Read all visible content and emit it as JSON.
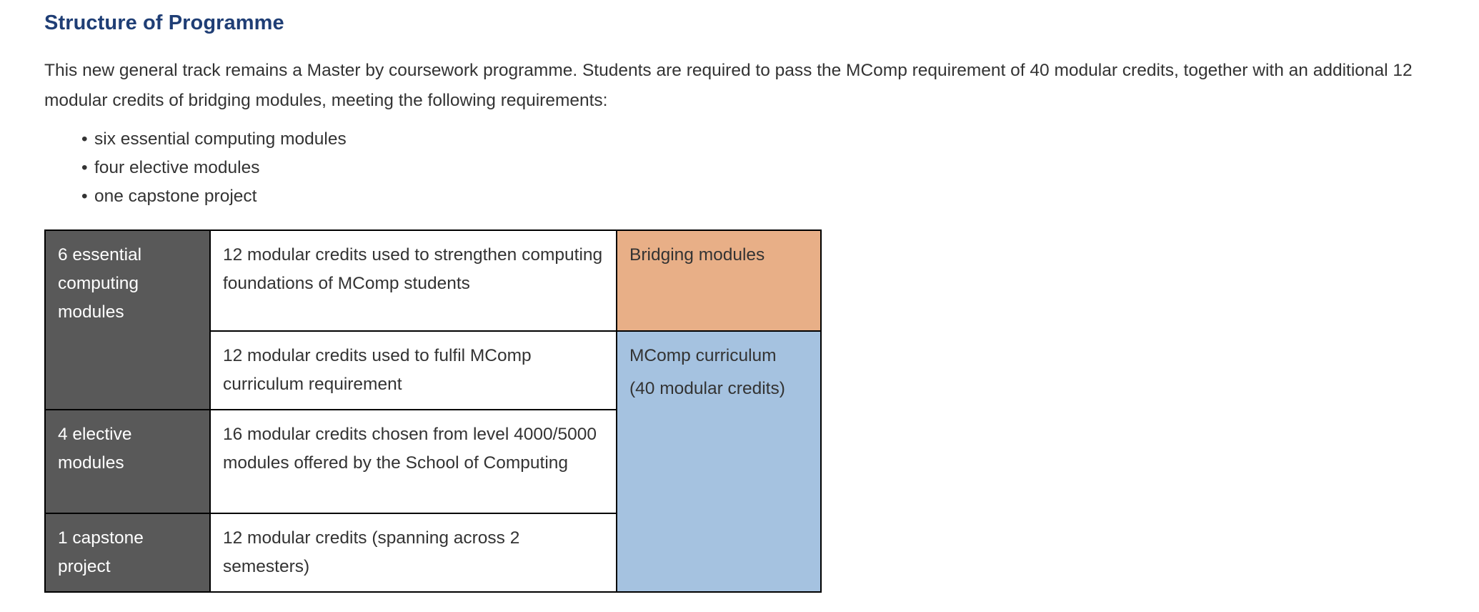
{
  "section": {
    "heading": "Structure of Programme",
    "intro": "This new general track remains a Master by coursework programme. Students are required to pass the MComp requirement of 40 modular credits, together with an additional 12 modular credits of bridging modules, meeting the following requirements:",
    "bullet_glyph": "•",
    "requirements": [
      "six essential computing modules",
      "four elective modules",
      "one capstone project"
    ]
  },
  "table": {
    "rows": [
      {
        "category": "6 essential computing modules",
        "description": "12 modular credits used to strengthen computing foundations of MComp students",
        "group": "Bridging modules"
      },
      {
        "category": "",
        "description": "12 modular credits used to fulfil MComp curriculum requirement",
        "group_line1": "MComp curriculum",
        "group_line2": "(40 modular credits)"
      },
      {
        "category": "4 elective modules",
        "description": "16 modular credits chosen from level 4000/5000 modules offered by the School of Computing"
      },
      {
        "category": "1 capstone project",
        "description": "12 modular credits (spanning across 2 semesters)"
      }
    ]
  },
  "colors": {
    "heading": "#1F3E75",
    "body_text": "#333333",
    "category_cell": "#595959",
    "bridging_cell": "#E8AF87",
    "mcomp_cell": "#A5C2E0",
    "border": "#000000"
  }
}
